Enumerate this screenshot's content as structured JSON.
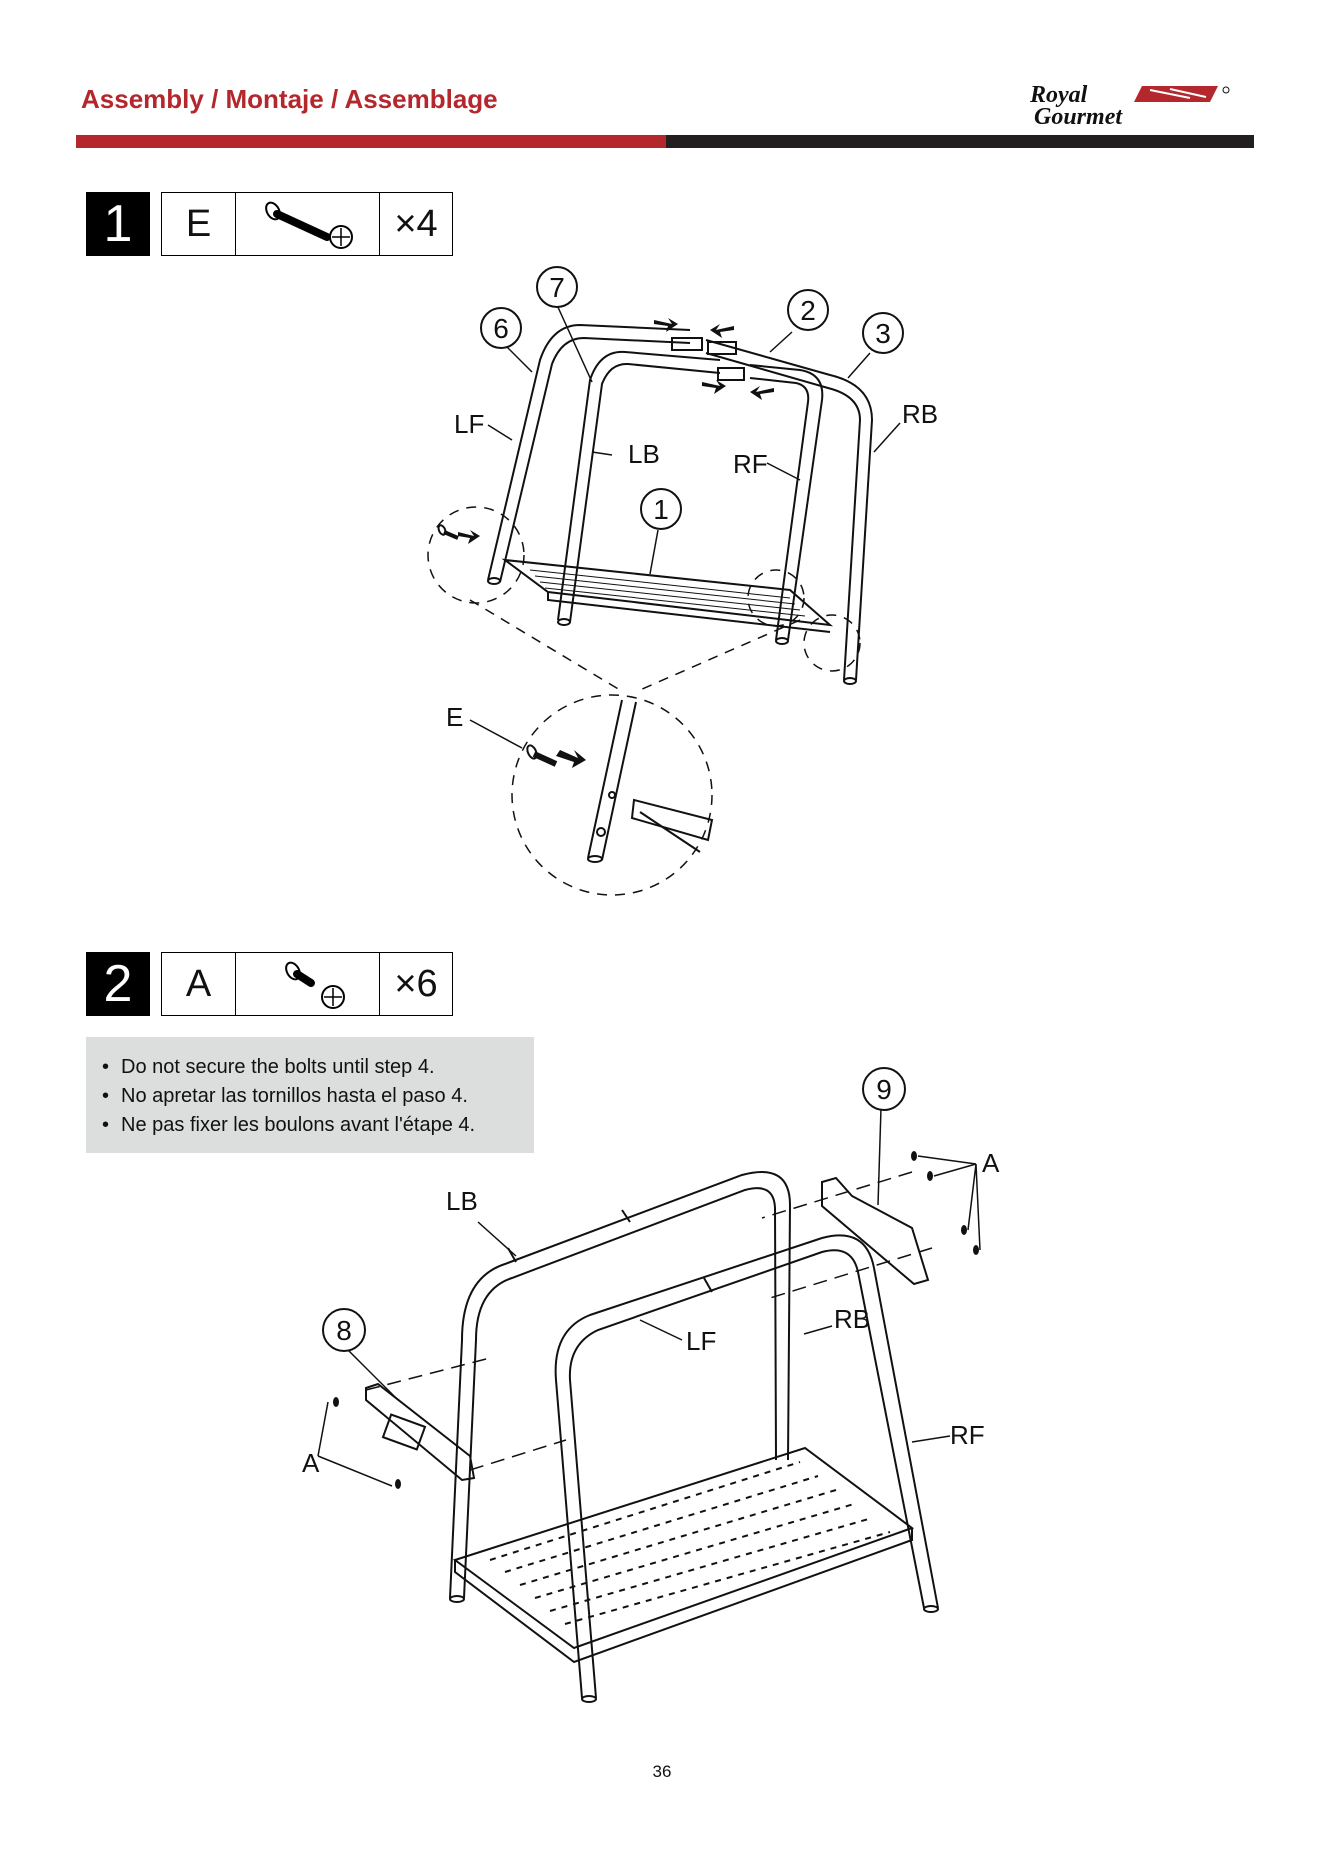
{
  "header": {
    "title": "Assembly / Montaje / Assemblage",
    "brand": "Royal Gourmet"
  },
  "step1": {
    "number": "1",
    "part_letter": "E",
    "part_icon": "bolt-icon",
    "quantity": "×4",
    "callouts": {
      "c7": "7",
      "c6": "6",
      "c2": "2",
      "c3": "3",
      "c1": "1"
    },
    "labels": {
      "lf": "LF",
      "lb": "LB",
      "rf": "RF",
      "rb": "RB",
      "e": "E"
    }
  },
  "step2": {
    "number": "2",
    "part_letter": "A",
    "part_icon": "short-bolt-icon",
    "quantity": "×6",
    "notes": [
      "Do not secure the bolts until step 4.",
      "No apretar las tornillos hasta el paso 4.",
      "Ne pas fixer les boulons avant l'étape 4."
    ],
    "callouts": {
      "c9": "9",
      "c8": "8"
    },
    "labels": {
      "lb": "LB",
      "lf": "LF",
      "rb": "RB",
      "rf": "RF",
      "a_right": "A",
      "a_left": "A"
    }
  },
  "page_number": "36",
  "colors": {
    "accent_red": "#b3272d",
    "dark_bar": "#231f20",
    "note_bg": "#dcdddd"
  }
}
